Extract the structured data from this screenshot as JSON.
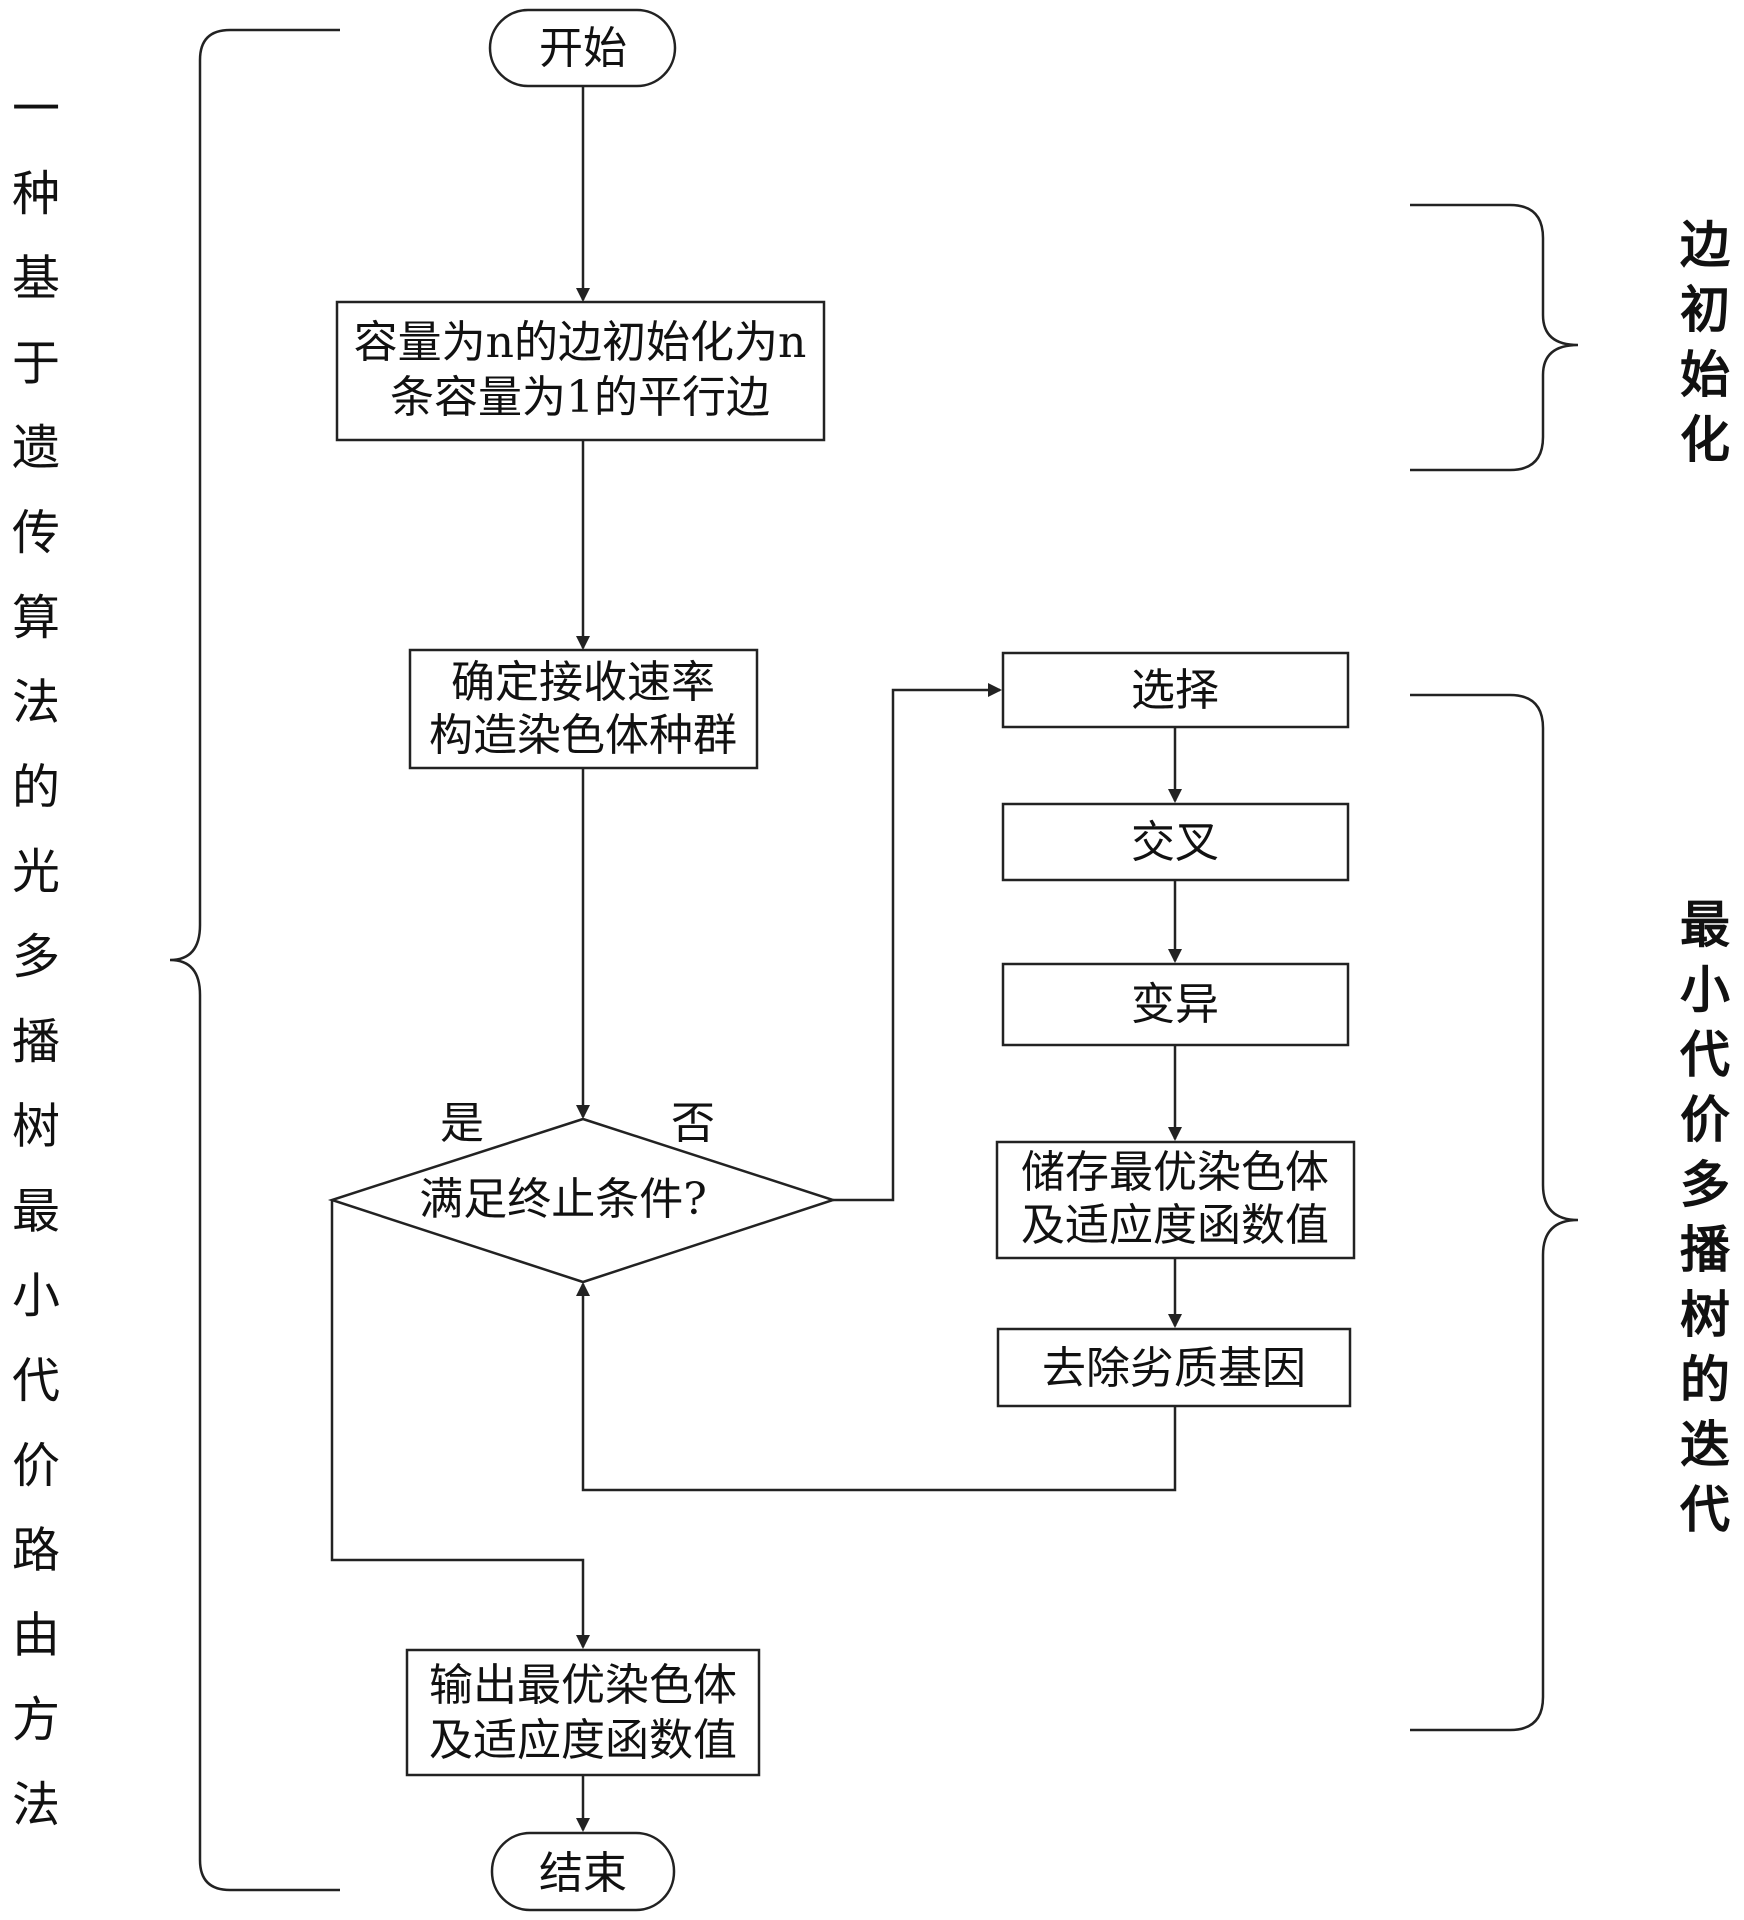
{
  "nodes": {
    "start": "开始",
    "init_edges": [
      "容量为n的边初始化为n",
      "条容量为1的平行边"
    ],
    "build_population": [
      "确定接收速率",
      "构造染色体种群"
    ],
    "condition": "满足终止条件?",
    "select": "选择",
    "crossover": "交叉",
    "mutation": "变异",
    "store_best": [
      "储存最优染色体",
      "及适应度函数值"
    ],
    "remove_bad": "去除劣质基因",
    "output": [
      "输出最优染色体",
      "及适应度函数值"
    ],
    "end": "结束"
  },
  "branch_labels": {
    "yes": "是",
    "no": "否"
  },
  "side_labels": {
    "left": "一种基于遗传算法的光多播树最小代价路由方法",
    "right_top": "边初始化",
    "right_bottom": "最小代价多播树的迭代"
  }
}
